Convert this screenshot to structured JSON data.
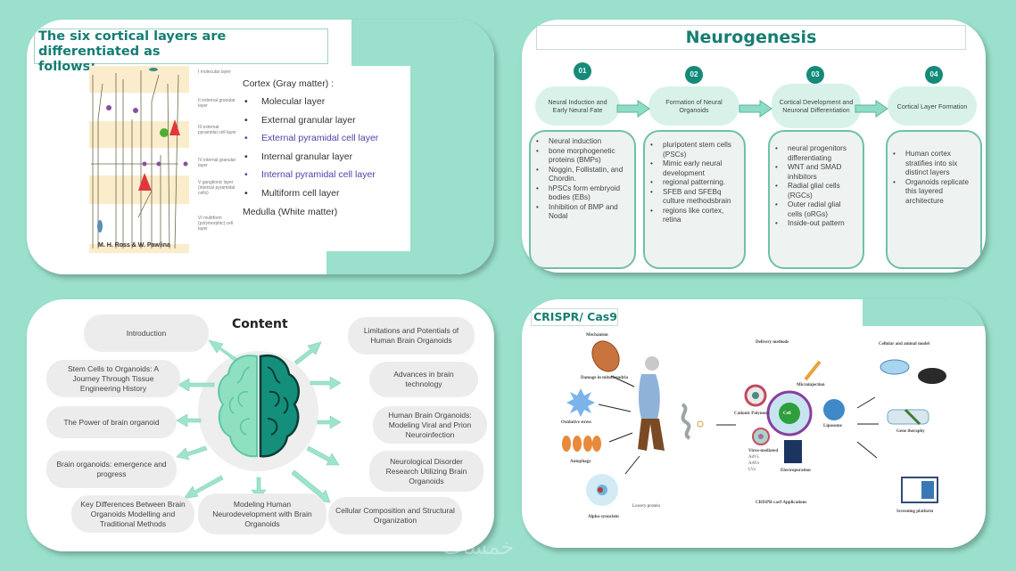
{
  "cortical_layers": {
    "title": "The six cortical layers are differentiated as follows:",
    "title_line1": "The six cortical layers are differentiated as",
    "title_line2": "follows:",
    "diagram_labels": [
      "I molecular layer",
      "II external granular layer",
      "III external pyramidal cell layer",
      "IV internal granular layer",
      "V ganglionic layer (internal pyramidal cells)",
      "VI multiform (polymorphic) cell layer"
    ],
    "credit": "M. H. Ross & W. Pawlina",
    "cortex_heading": "Cortex (Gray matter) :",
    "layers": [
      {
        "label": "Molecular layer",
        "highlight": false
      },
      {
        "label": "External granular layer",
        "highlight": false
      },
      {
        "label": "External pyramidal cell layer",
        "highlight": true
      },
      {
        "label": "Internal granular layer",
        "highlight": false
      },
      {
        "label": "Internal pyramidal cell layer",
        "highlight": true
      },
      {
        "label": "Multiform cell layer",
        "highlight": false
      }
    ],
    "footer": "Medulla (White matter)",
    "bullet": "•"
  },
  "neurogenesis": {
    "title": "Neurogenesis",
    "steps": [
      {
        "number": "01",
        "title": "Neural Induction and Early Neural Fate",
        "bullets": [
          "Neural induction",
          "bone morphogenetic proteins (BMPs)",
          "Noggin, Follistatin, and Chordin.",
          "hPSCs form embryoid bodies (EBs)",
          "Inhibition of BMP and Nodal"
        ]
      },
      {
        "number": "02",
        "title": "Formation of Neural Organoids",
        "bullets": [
          "pluripotent stem cells (PSCs)",
          "Mimic early neural development",
          "regional patterning.",
          "SFEB and SFEBq culture methodsbrain",
          "regions like cortex, retina"
        ]
      },
      {
        "number": "03",
        "title": "Cortical Development and Neuronal Differentiation",
        "bullets": [
          "neural progenitors differentiating",
          "WNT and SMAD inhibitors",
          "Radial glial cells (RGCs)",
          "Outer radial glial cells (oRGs)",
          "Inside-out pattern"
        ]
      },
      {
        "number": "04",
        "title": "Cortical Layer Formation",
        "bullets": [
          "Human cortex stratifies into six distinct layers",
          "Organoids replicate this layered architecture"
        ]
      }
    ]
  },
  "content": {
    "title": "Content",
    "left_items": [
      "Introduction",
      "Stem Cells to Organoids: A Journey Through Tissue Engineering  History",
      "The Power of brain organoid",
      "Brain organoids: emergence and progress",
      "Key Differences Between Brain Organoids Modelling and Traditional Methods"
    ],
    "bottom_item": "Modeling Human Neurodevelopment with Brain Organoids",
    "right_items": [
      "Limitations and Potentials of Human Brain Organoids",
      "Advances in brain technology",
      "Human Brain Organoids: Modeling Viral and Prion Neuroinfection",
      "Neurological Disorder Research Utilizing Brain Organoids",
      "Cellular Composition and Structural Organization"
    ]
  },
  "crispr": {
    "title": "CRISPR/ Cas9",
    "mechanism": {
      "heading": "Mechanism",
      "labels": [
        "Damage in mitochondria",
        "Oxidative stress",
        "Autophagy",
        "Alpha-synuclein",
        "Lowery protein"
      ]
    },
    "delivery": {
      "heading": "Delivery methods",
      "labels": [
        "Microinjection",
        "Cationic Polymers",
        "Cell",
        "Liposome",
        "Virus-mediated",
        "Electroporation"
      ],
      "virus_types": [
        "AdVs",
        "AAVs",
        "LVs"
      ]
    },
    "applications_heading": "CRISPR-cas9 Applications",
    "models": {
      "heading": "Cellular and animal model",
      "labels": [
        "Gene theraphy",
        "Screening platform"
      ]
    }
  },
  "watermark": "خمسات",
  "colors": {
    "background": "#9ae0cc",
    "teal_dark": "#167e73",
    "teal_step": "#168a78",
    "pill_light": "#d8f2ea",
    "highlight_blue": "#4a44a8"
  }
}
